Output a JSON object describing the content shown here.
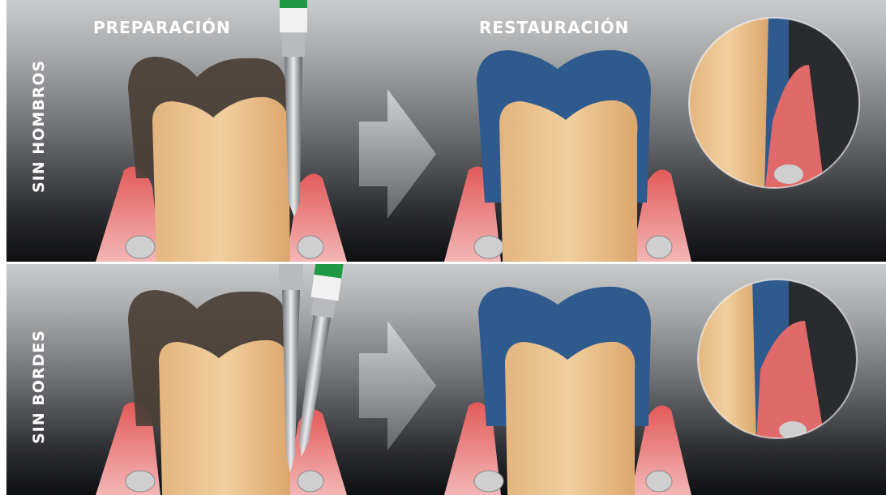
{
  "columns": {
    "left": "PREPARACIÓN",
    "right": "RESTAURACIÓN"
  },
  "rows": {
    "top": "SIN HOMBROS",
    "bottom": "SIN BORDES"
  },
  "colors": {
    "crown": "#2f5a8e",
    "tooth": "#e8bf8e",
    "gum": "#e06a6a",
    "bur_band": "#1f9a43",
    "prep_dark": "#4a3f36"
  }
}
